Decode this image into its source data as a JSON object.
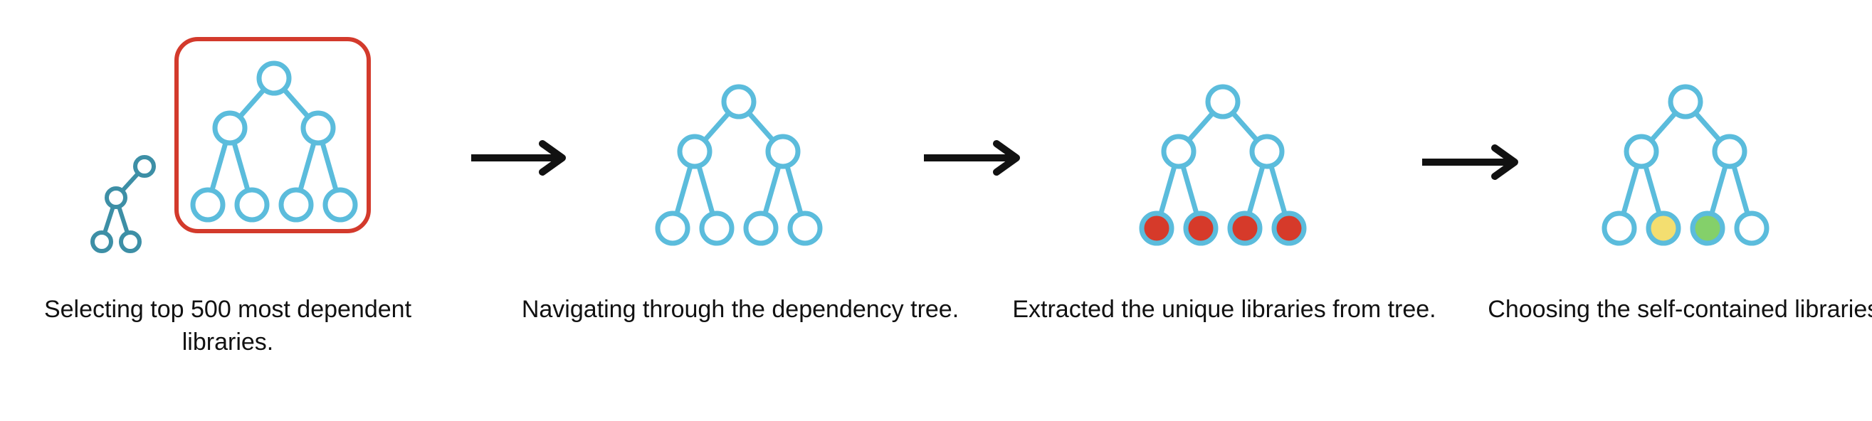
{
  "colors": {
    "tree": "#5bbcdc",
    "small_tree": "#3d8fa6",
    "highlight_box": "#d33a2c",
    "arrow": "#111111",
    "node_fill": "#ffffff",
    "extracted": "#d63a2a",
    "selected_a": "#f3de70",
    "selected_b": "#84d06a"
  },
  "icons": [
    "small-tree-icon",
    "tree-icon",
    "arrow-right-icon"
  ],
  "steps": [
    {
      "caption": "Selecting top 500 most dependent libraries."
    },
    {
      "caption": "Navigating through the dependency tree."
    },
    {
      "caption": "Extracted the unique libraries from tree."
    },
    {
      "caption": "Choosing the self-contained libraries."
    }
  ]
}
